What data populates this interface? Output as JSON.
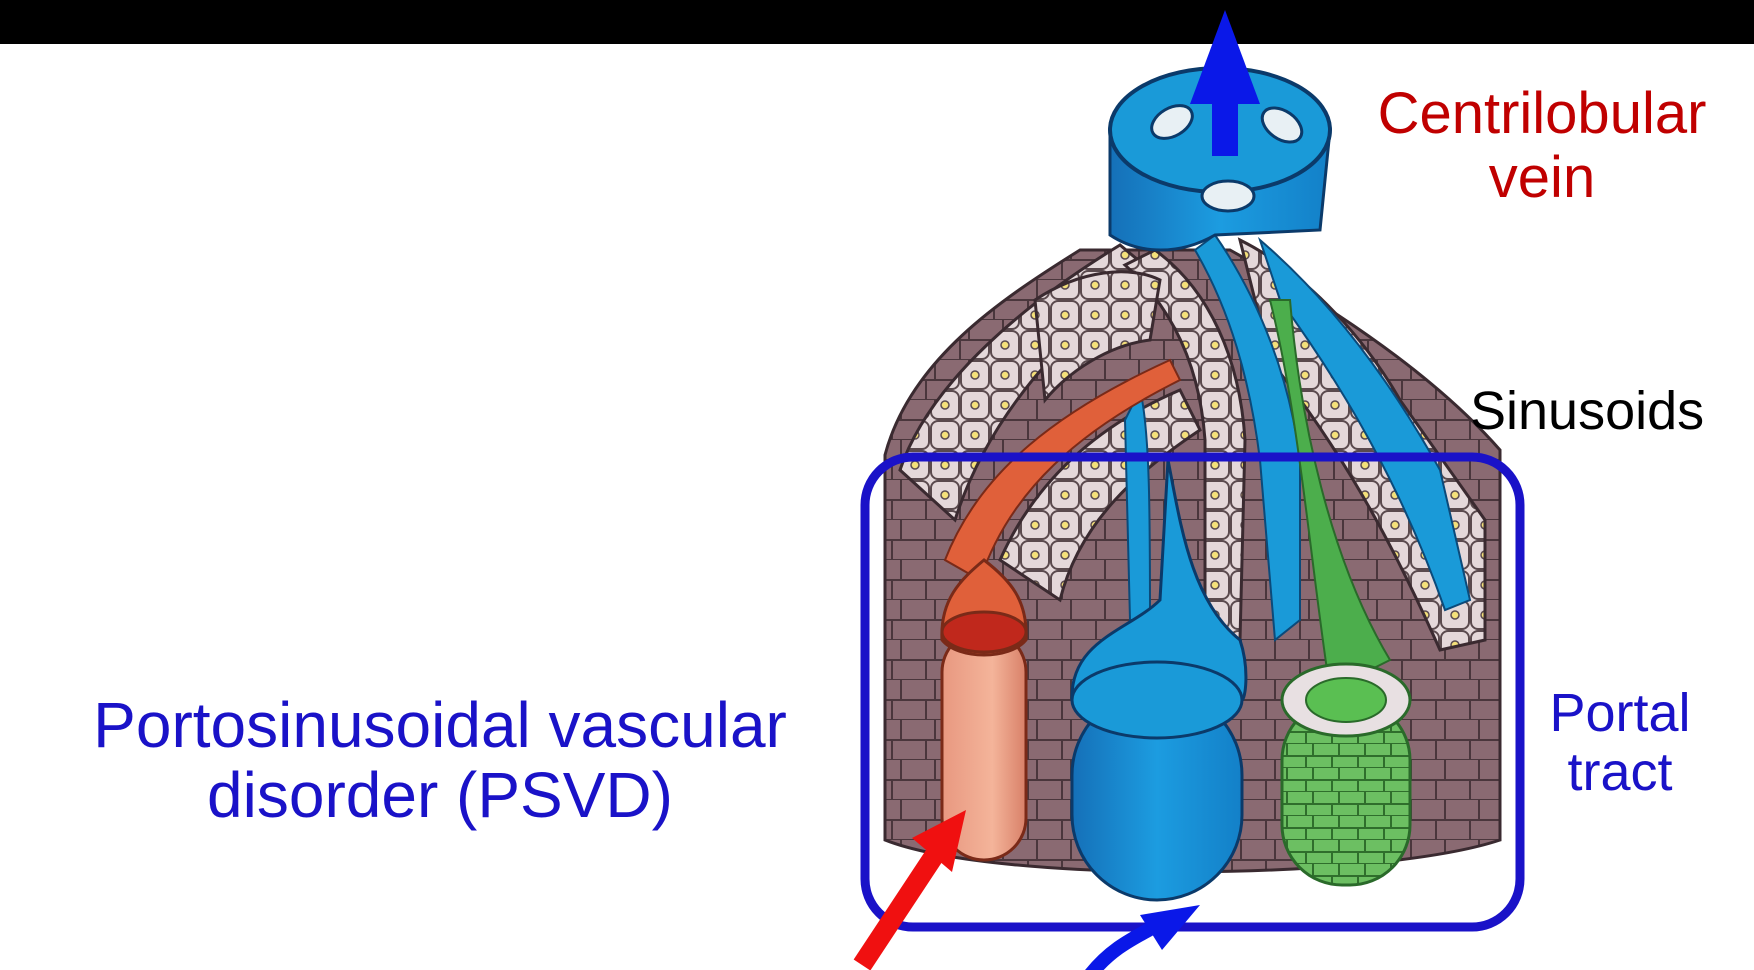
{
  "labels": {
    "centrilobular_vein": "Centrilobular vein",
    "sinusoids": "Sinusoids",
    "portal_tract": "Portal tract",
    "psvd": "Portosinusoidal vascular disorder  (PSVD)"
  },
  "colors": {
    "title_bar": "#000000",
    "centrilobular_label": "#c00000",
    "psvd_label": "#1a12c8",
    "portal_label": "#1a12c8",
    "sinusoids_label": "#000000",
    "vein_blue": "#1a9ad8",
    "hepatocyte": "#e2d6d8",
    "parenchyma": "#8a6a72",
    "artery_red": "#e05030",
    "bile_duct_green": "#4cae4c",
    "frame_blue": "#1a12c8",
    "arrow_blue": "#0a18e8",
    "arrow_red": "#f01010"
  }
}
